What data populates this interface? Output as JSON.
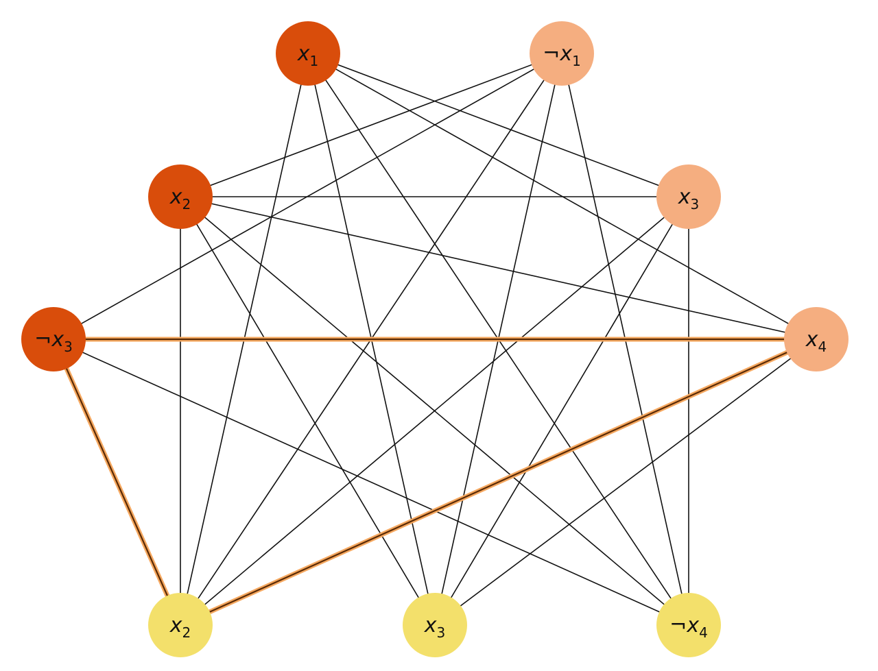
{
  "colors": {
    "clause1": "#d94d0b",
    "clause2": "#f5ae80",
    "clause3": "#f3e06b",
    "edge": "#111111",
    "highlight": "#f5a860"
  },
  "nodes": [
    {
      "id": "A",
      "label": "x",
      "sub": "1",
      "neg": "",
      "group": "clause1"
    },
    {
      "id": "B",
      "label": "x",
      "sub": "1",
      "neg": "¬",
      "group": "clause2"
    },
    {
      "id": "C",
      "label": "x",
      "sub": "2",
      "neg": "",
      "group": "clause1"
    },
    {
      "id": "D",
      "label": "x",
      "sub": "3",
      "neg": "",
      "group": "clause2"
    },
    {
      "id": "E",
      "label": "x",
      "sub": "3",
      "neg": "¬",
      "group": "clause1"
    },
    {
      "id": "F",
      "label": "x",
      "sub": "4",
      "neg": "",
      "group": "clause2"
    },
    {
      "id": "G",
      "label": "x",
      "sub": "2",
      "neg": "",
      "group": "clause3"
    },
    {
      "id": "H",
      "label": "x",
      "sub": "3",
      "neg": "",
      "group": "clause3"
    },
    {
      "id": "I",
      "label": "x",
      "sub": "4",
      "neg": "¬",
      "group": "clause3"
    }
  ],
  "edges": [
    [
      "A",
      "D"
    ],
    [
      "A",
      "F"
    ],
    [
      "A",
      "G"
    ],
    [
      "A",
      "H"
    ],
    [
      "A",
      "I"
    ],
    [
      "B",
      "C"
    ],
    [
      "B",
      "E"
    ],
    [
      "B",
      "G"
    ],
    [
      "B",
      "H"
    ],
    [
      "B",
      "I"
    ],
    [
      "C",
      "D"
    ],
    [
      "C",
      "F"
    ],
    [
      "C",
      "G"
    ],
    [
      "C",
      "H"
    ],
    [
      "C",
      "I"
    ],
    [
      "D",
      "G"
    ],
    [
      "D",
      "H"
    ],
    [
      "D",
      "I"
    ],
    [
      "E",
      "F"
    ],
    [
      "E",
      "G"
    ],
    [
      "E",
      "I"
    ],
    [
      "F",
      "G"
    ],
    [
      "F",
      "H"
    ]
  ],
  "highlighted_edges": [
    [
      "E",
      "F"
    ],
    [
      "E",
      "G"
    ],
    [
      "F",
      "G"
    ]
  ]
}
